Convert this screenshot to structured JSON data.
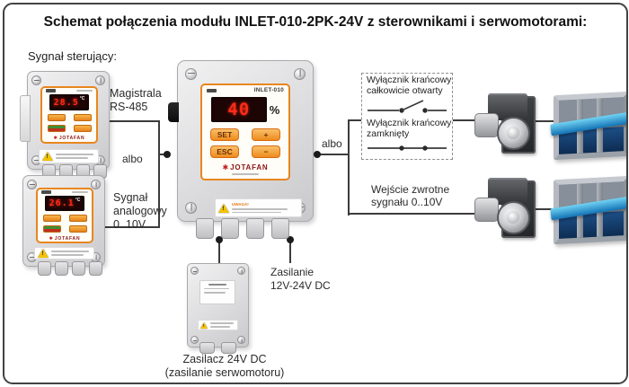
{
  "title": "Schemat połączenia modułu INLET-010-2PK-24V z sterownikami i serwomotorami:",
  "signal_section_label": "Sygnał sterujący:",
  "brand": "JOTAFAN",
  "labels": {
    "rs485_line1": "Magistrala",
    "rs485_line2": "RS-485",
    "albo_left": "albo",
    "albo_right": "albo",
    "analog_line1": "Sygnał",
    "analog_line2": "analogowy",
    "analog_line3": "0..10V",
    "limit_open_line1": "Wyłącznik krańcowy",
    "limit_open_line2": "całkowicie otwarty",
    "limit_closed_line1": "Wyłącznik krańcowy",
    "limit_closed_line2": "zamknięty",
    "feedback_line1": "Wejście zwrotne",
    "feedback_line2": "sygnału 0..10V",
    "power_line1": "Zasilanie",
    "power_line2": "12V-24V  DC",
    "psu_caption_line1": "Zasilacz   24V DC",
    "psu_caption_line2": "(zasilanie serwomotoru)"
  },
  "module": {
    "model": "INLET-010",
    "display_value": "40",
    "display_unit": "%",
    "buttons": {
      "set": "SET",
      "plus": "+",
      "esc": "ESC",
      "minus": "−"
    },
    "warning_title": "UWAGA!"
  },
  "controller1": {
    "display_value": "28.5",
    "display_unit": "°C"
  },
  "controller2": {
    "display_value": "26.1",
    "display_unit": "°C"
  },
  "colors": {
    "accent_orange": "#e8861e",
    "led_red": "#ff2a18",
    "line": "#3c3c3c",
    "blade_blue": "#1272b4"
  }
}
